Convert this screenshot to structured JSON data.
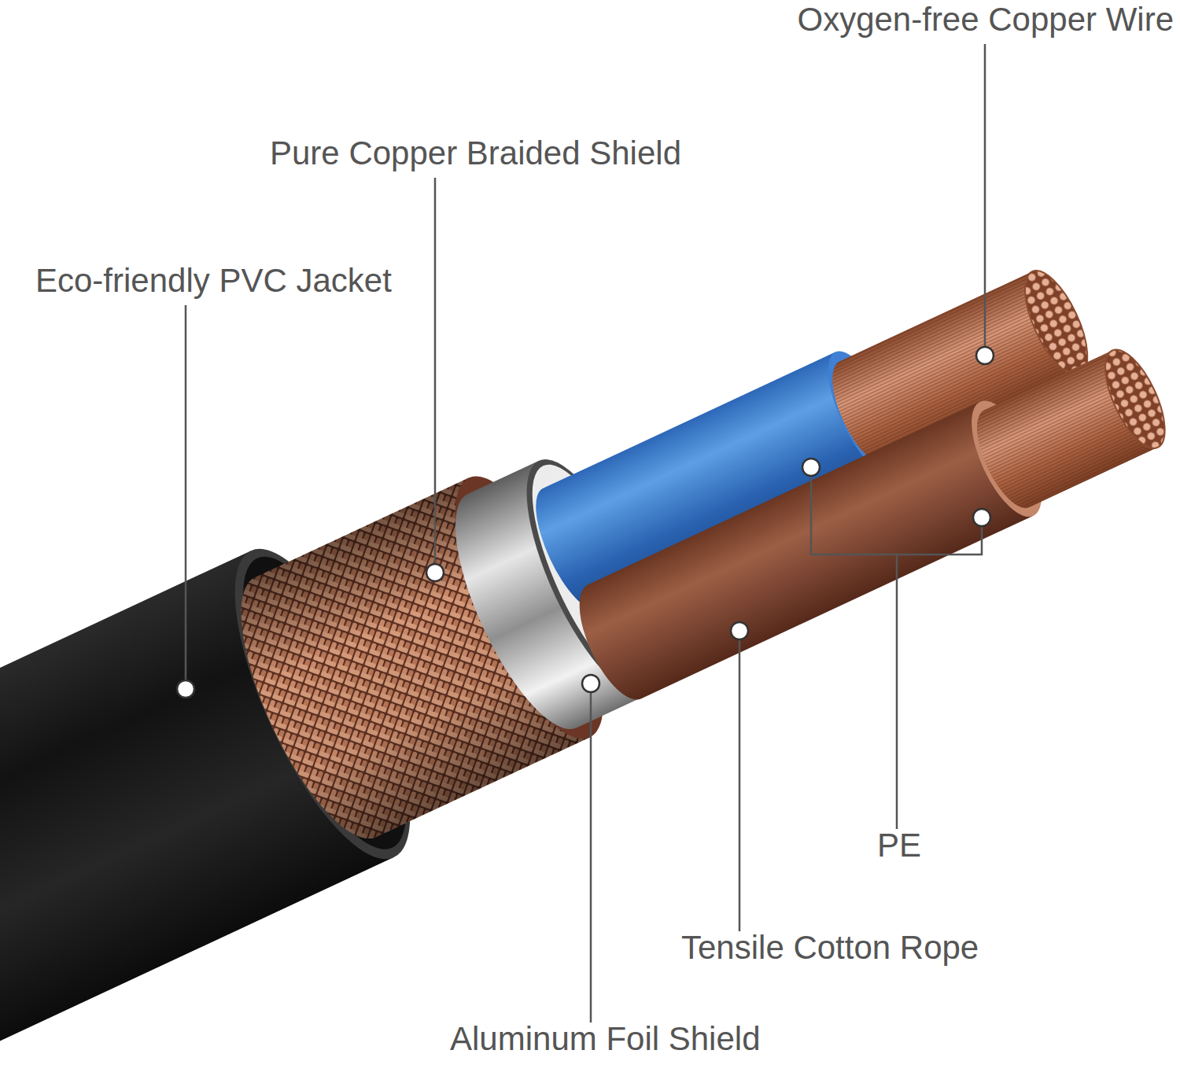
{
  "diagram": {
    "labels": [
      "Oxygen-free Copper Wire",
      "Pure Copper Braided Shield",
      "Eco-friendly PVC Jacket",
      "PE",
      "Tensile Cotton Rope",
      "Aluminum Foil Shield"
    ]
  }
}
